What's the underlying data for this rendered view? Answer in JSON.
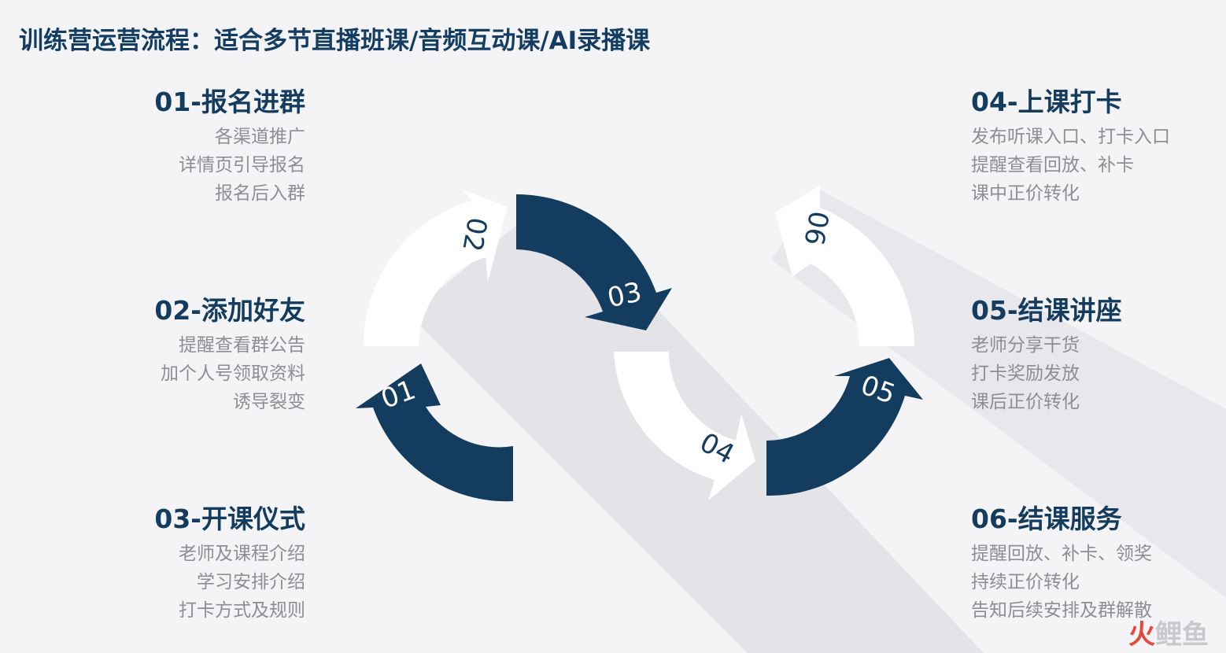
{
  "title": "训练营运营流程：适合多节直播班课/音频互动课/AI录播课",
  "steps": [
    {
      "heading": "01-报名进群",
      "lines": [
        "各渠道推广",
        "详情页引导报名",
        "报名后入群"
      ]
    },
    {
      "heading": "02-添加好友",
      "lines": [
        "提醒查看群公告",
        "加个人号领取资料",
        "诱导裂变"
      ]
    },
    {
      "heading": "03-开课仪式",
      "lines": [
        "老师及课程介绍",
        "学习安排介绍",
        "打卡方式及规则"
      ]
    },
    {
      "heading": "04-上课打卡",
      "lines": [
        "发布听课入口、打卡入口",
        "提醒查看回放、补卡",
        "课中正价转化"
      ]
    },
    {
      "heading": "05-结课讲座",
      "lines": [
        "老师分享干货",
        "打卡奖励发放",
        "课后正价转化"
      ]
    },
    {
      "heading": "06-结课服务",
      "lines": [
        "提醒回放、补卡、领奖",
        "持续正价转化",
        "告知后续安排及群解散"
      ]
    }
  ],
  "arrows": [
    {
      "label": "01",
      "color": "#143c5e"
    },
    {
      "label": "02",
      "color": "#ffffff"
    },
    {
      "label": "03",
      "color": "#143c5e"
    },
    {
      "label": "04",
      "color": "#ffffff"
    },
    {
      "label": "05",
      "color": "#143c5e"
    },
    {
      "label": "06",
      "color": "#ffffff"
    }
  ],
  "colors": {
    "navy": "#143c5e",
    "white": "#ffffff",
    "shadow": "#e2e2e6",
    "background": "#f4f4f6"
  },
  "watermark": {
    "part1": "火",
    "part2": "鲤鱼"
  }
}
